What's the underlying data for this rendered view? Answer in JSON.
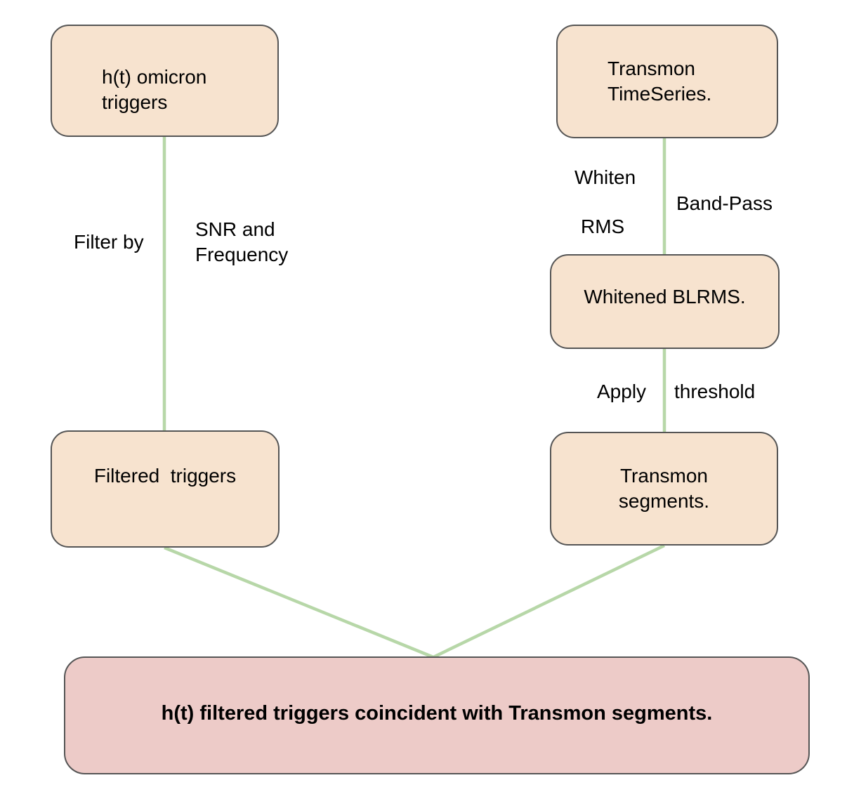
{
  "diagram": {
    "nodes": {
      "omicron_triggers": {
        "label": "h(t) omicron\ntriggers"
      },
      "transmon_timeseries": {
        "label": "Transmon\nTimeSeries."
      },
      "whitened_blrms": {
        "label": "Whitened BLRMS."
      },
      "filtered_triggers": {
        "label": "Filtered  triggers"
      },
      "transmon_segments": {
        "label": "Transmon\nsegments."
      },
      "coincident_output": {
        "label": "h(t) filtered triggers coincident with Transmon segments."
      }
    },
    "edge_labels": {
      "filter_by": "Filter by",
      "snr_frequency": "SNR and\nFrequency",
      "whiten": "Whiten",
      "band_pass": "Band-Pass",
      "rms": "RMS",
      "apply": "Apply",
      "threshold": "threshold"
    },
    "colors": {
      "node_fill": "#f7e3cf",
      "output_fill": "#edcbc8",
      "edge": "#b7d7a8",
      "border": "#555555"
    }
  }
}
